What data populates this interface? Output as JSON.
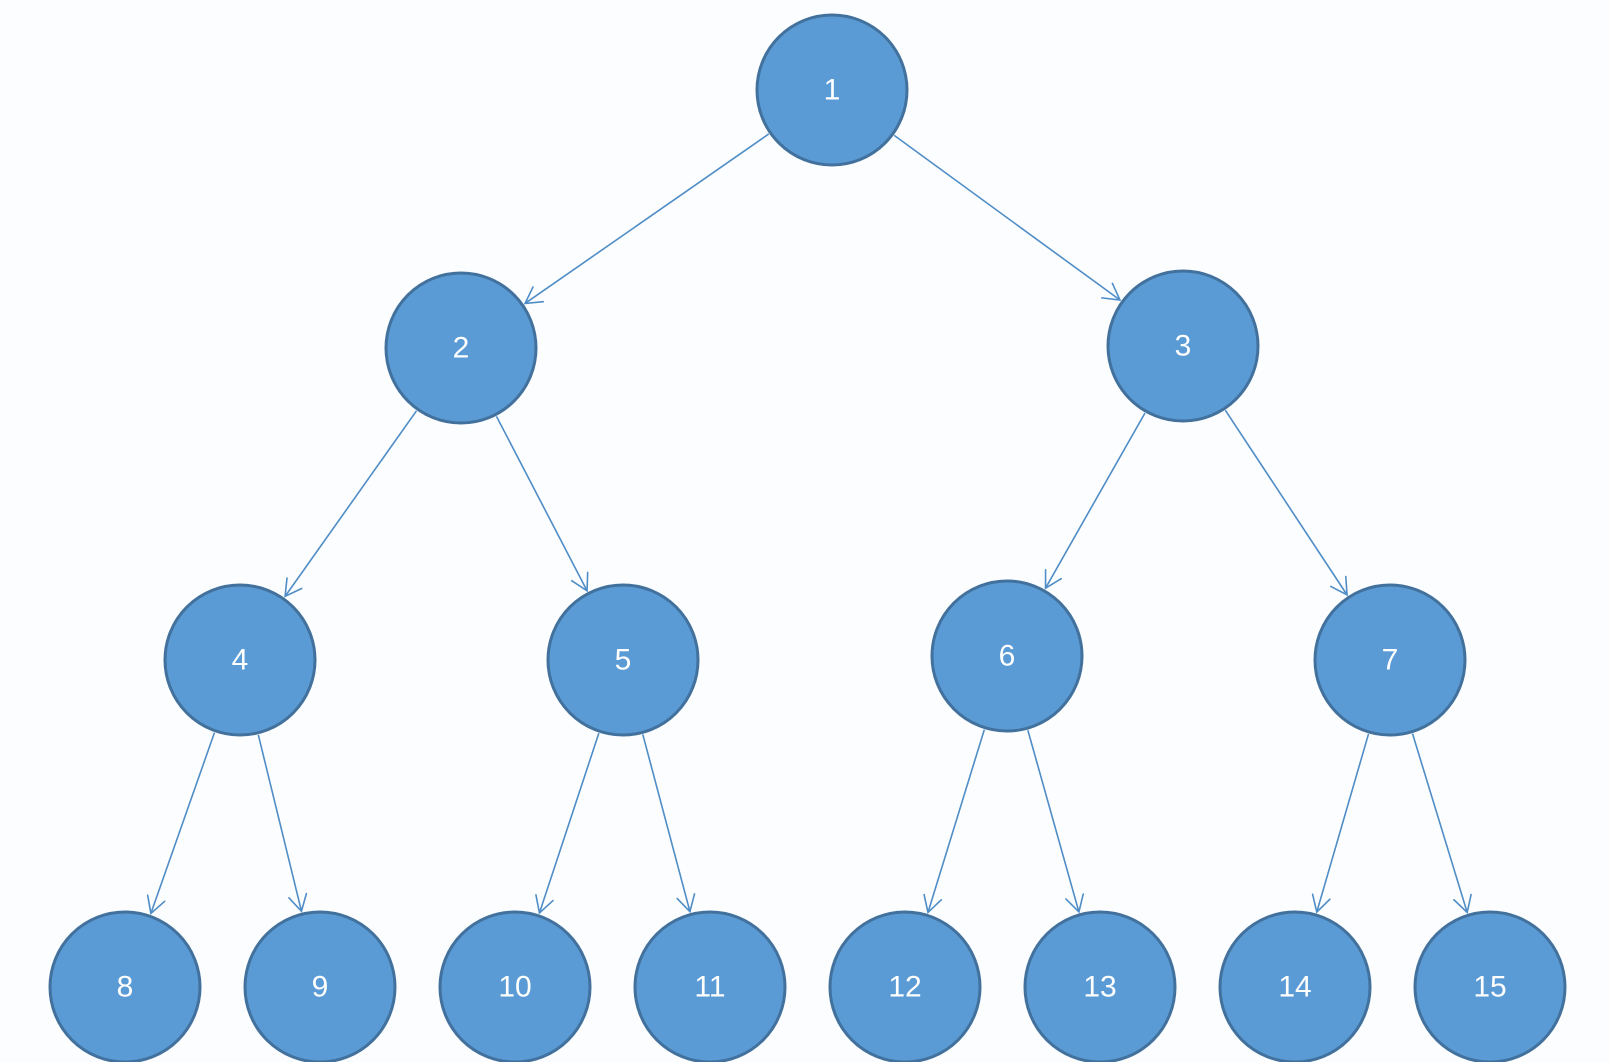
{
  "diagram": {
    "type": "binary-tree",
    "colors": {
      "node_fill": "#5b9bd5",
      "node_stroke": "#41719c",
      "edge": "#4f8dc7",
      "label": "#ffffff"
    },
    "nodes": [
      {
        "id": "n1",
        "label": "1"
      },
      {
        "id": "n2",
        "label": "2"
      },
      {
        "id": "n3",
        "label": "3"
      },
      {
        "id": "n4",
        "label": "4"
      },
      {
        "id": "n5",
        "label": "5"
      },
      {
        "id": "n6",
        "label": "6"
      },
      {
        "id": "n7",
        "label": "7"
      },
      {
        "id": "n8",
        "label": "8"
      },
      {
        "id": "n9",
        "label": "9"
      },
      {
        "id": "n10",
        "label": "10"
      },
      {
        "id": "n11",
        "label": "11"
      },
      {
        "id": "n12",
        "label": "12"
      },
      {
        "id": "n13",
        "label": "13"
      },
      {
        "id": "n14",
        "label": "14"
      },
      {
        "id": "n15",
        "label": "15"
      }
    ],
    "edges": [
      {
        "from": "n1",
        "to": "n2"
      },
      {
        "from": "n1",
        "to": "n3"
      },
      {
        "from": "n2",
        "to": "n4"
      },
      {
        "from": "n2",
        "to": "n5"
      },
      {
        "from": "n3",
        "to": "n6"
      },
      {
        "from": "n3",
        "to": "n7"
      },
      {
        "from": "n4",
        "to": "n8"
      },
      {
        "from": "n4",
        "to": "n9"
      },
      {
        "from": "n5",
        "to": "n10"
      },
      {
        "from": "n5",
        "to": "n11"
      },
      {
        "from": "n6",
        "to": "n12"
      },
      {
        "from": "n6",
        "to": "n13"
      },
      {
        "from": "n7",
        "to": "n14"
      },
      {
        "from": "n7",
        "to": "n15"
      }
    ]
  }
}
